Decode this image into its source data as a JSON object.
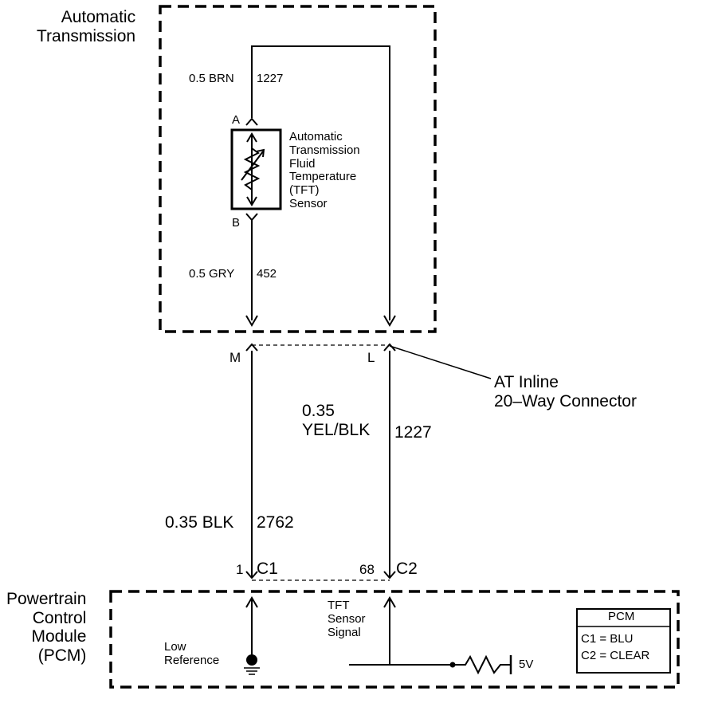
{
  "labels": {
    "at_title": "Automatic\nTransmission",
    "wire_top_color": "0.5 BRN",
    "wire_top_circuit": "1227",
    "pin_a": "A",
    "pin_b": "B",
    "sensor_name": "Automatic\nTransmission\nFluid\nTemperature\n(TFT)\nSensor",
    "wire_mid_color": "0.5 GRY",
    "wire_mid_circuit": "452",
    "pin_m": "M",
    "pin_l": "L",
    "connector_name": "AT Inline\n20–Way Connector",
    "wire_right_color": "0.35\nYEL/BLK",
    "wire_right_circuit": "1227",
    "wire_left_color": "0.35 BLK",
    "wire_left_circuit": "2762",
    "pin_1": "1",
    "conn_c1": "C1",
    "pin_68": "68",
    "conn_c2": "C2",
    "pcm_title": "Powertrain\nControl\nModule\n(PCM)",
    "low_reference": "Low\nReference",
    "tft_signal": "TFT\nSensor\nSignal",
    "voltage": "5V"
  },
  "legend": {
    "title": "PCM",
    "rows": [
      "C1 = BLU",
      "C2 = CLEAR"
    ]
  }
}
